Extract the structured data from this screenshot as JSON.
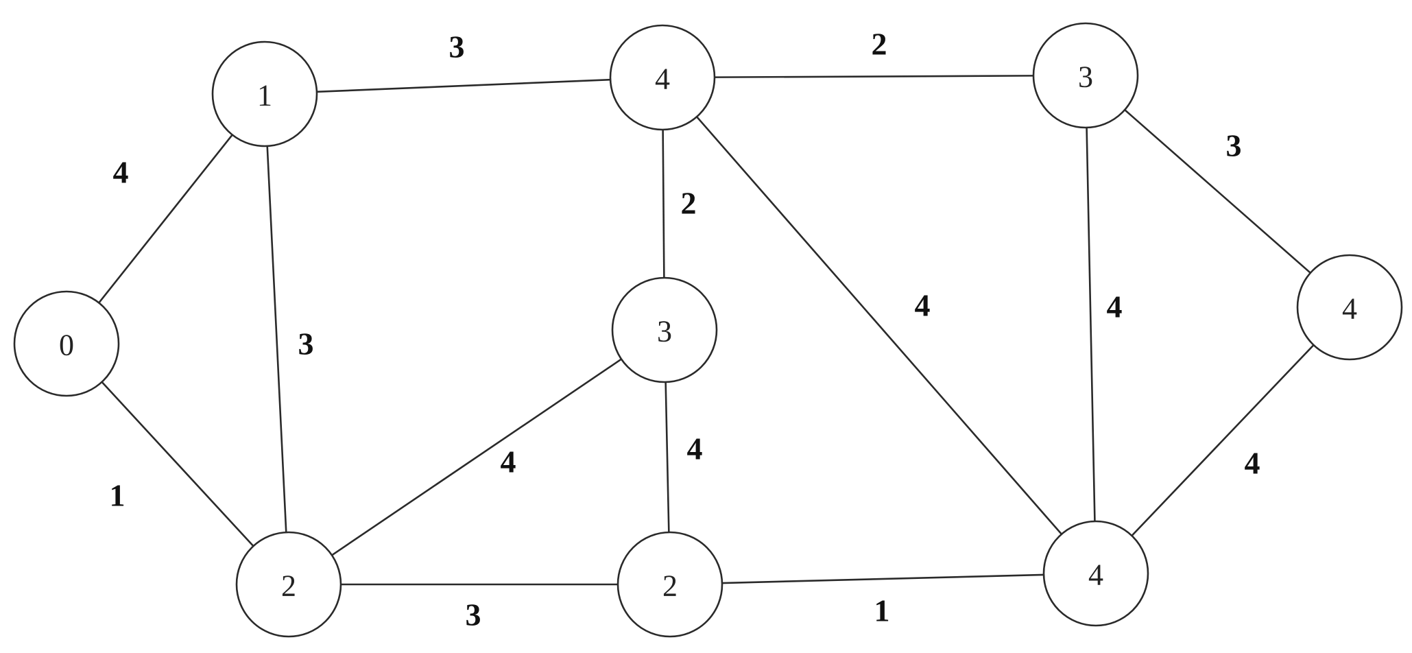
{
  "graph": {
    "nodes": [
      {
        "id": "a",
        "label": "0"
      },
      {
        "id": "b",
        "label": "1"
      },
      {
        "id": "c",
        "label": "2"
      },
      {
        "id": "d",
        "label": "4"
      },
      {
        "id": "e",
        "label": "3"
      },
      {
        "id": "f",
        "label": "2"
      },
      {
        "id": "g",
        "label": "3"
      },
      {
        "id": "h",
        "label": "4"
      },
      {
        "id": "i",
        "label": "4"
      }
    ],
    "edges": [
      {
        "from": "a",
        "to": "b",
        "weight": "4"
      },
      {
        "from": "a",
        "to": "c",
        "weight": "1"
      },
      {
        "from": "b",
        "to": "d",
        "weight": "3"
      },
      {
        "from": "b",
        "to": "c",
        "weight": "3"
      },
      {
        "from": "d",
        "to": "g",
        "weight": "2"
      },
      {
        "from": "d",
        "to": "e",
        "weight": "2"
      },
      {
        "from": "d",
        "to": "h",
        "weight": "4"
      },
      {
        "from": "e",
        "to": "c",
        "weight": "4"
      },
      {
        "from": "e",
        "to": "f",
        "weight": "4"
      },
      {
        "from": "c",
        "to": "f",
        "weight": "3"
      },
      {
        "from": "f",
        "to": "h",
        "weight": "1"
      },
      {
        "from": "g",
        "to": "i",
        "weight": "3"
      },
      {
        "from": "g",
        "to": "h",
        "weight": "4"
      },
      {
        "from": "i",
        "to": "h",
        "weight": "4"
      }
    ]
  }
}
